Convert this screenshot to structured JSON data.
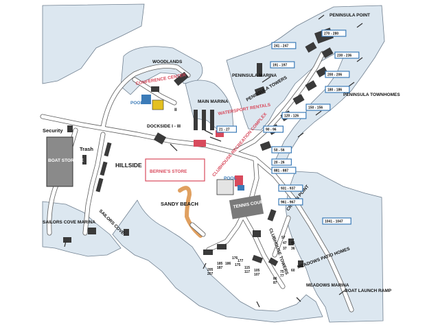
{
  "map": {
    "areas": {
      "peninsula_point": "PENINSULA POINT",
      "peninsula_marina": "PENINSULA MARINA",
      "peninsula_towers": "PENINSULA TOWERS",
      "peninsula_townhomes": "PENINSULA TOWNHOMES",
      "woodlands": "WOODLANDS",
      "conference_center": "CONFERENCE CENTER",
      "pool_conference": "POOL",
      "numeral_ii": "II",
      "main_marina": "MAIN MARINA",
      "watersport_rentals": "WATERSPORT RENTALS",
      "security": "Security",
      "dockside": "DOCKSIDE I - III",
      "boat_storage": "BOAT STORAGE",
      "trash": "Trash",
      "hillside": "HILLSIDE",
      "bernies_store": "BERNIE'S STORE",
      "clubhouse_complex": "CLUBHOUSE RECREATION COMPLEX",
      "pool_clubhouse": "POOL",
      "tennis_courts": "TENNIS COURTS",
      "crown_point": "CROWN POINT",
      "sandy_beach": "SANDY BEACH",
      "sailors_cove": "SAILORS COVE",
      "sailors_cove_marina": "SAILORS COVE MARINA",
      "clubhouse_towers": "CLUBHOUSE TOWERS",
      "meadows_patio_homes": "MEADOWS PATIO HOMES",
      "meadows_marina": "MEADOWS MARINA",
      "boat_launch_ramp": "BOAT LAUNCH RAMP"
    },
    "unit_ranges": [
      "270 - 280",
      "241 - 247",
      "230 - 236",
      "191 - 197",
      "200 - 206",
      "180 - 186",
      "120 - 126",
      "150 - 156",
      "21 - 27",
      "90 - 96",
      "50 - 56",
      "20 - 26",
      "881 - 887",
      "931 - 937",
      "961 - 967",
      "1041 - 1047"
    ],
    "unit_numbers": [
      "205",
      "207",
      "185",
      "187",
      "186",
      "176",
      "177",
      "175",
      "115",
      "117",
      "105",
      "107",
      "86",
      "87",
      "75",
      "77",
      "57",
      "47",
      "37",
      "46",
      "36",
      "60"
    ]
  }
}
